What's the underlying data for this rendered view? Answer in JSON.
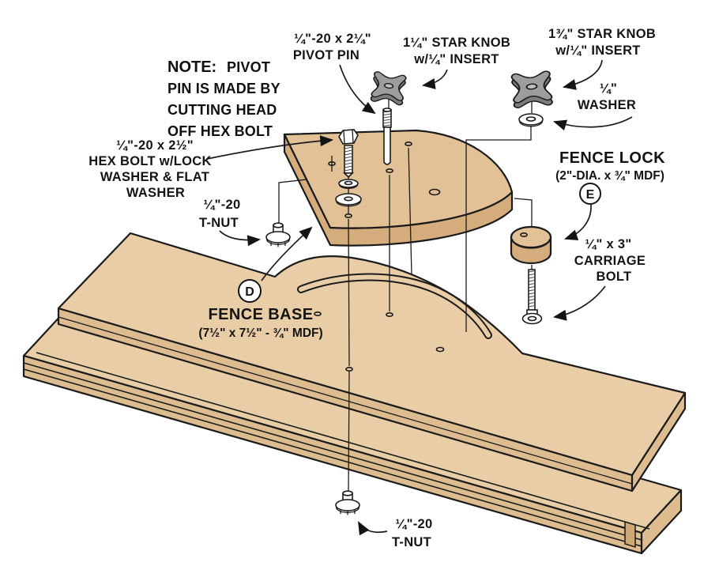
{
  "title": "Fence base exploded assembly diagram",
  "note": {
    "heading": "NOTE:",
    "heading_rest": "PIVOT",
    "lines": [
      "PIN IS MADE BY",
      "CUTTING HEAD",
      "OFF HEX BOLT"
    ]
  },
  "labels": {
    "pivot_pin": {
      "line1": "¼\"-20 x 2¼\"",
      "line2": "PIVOT PIN"
    },
    "star_knob_small": {
      "line1": "1¼\" STAR KNOB",
      "line2": "w/¼\" INSERT"
    },
    "star_knob_large": {
      "line1": "1¾\" STAR KNOB",
      "line2": "w/¼\" INSERT"
    },
    "washer": {
      "line1": "¼\"",
      "line2": "WASHER"
    },
    "hex_bolt": {
      "line1": "¼\"-20 x 2½\"",
      "line2": "HEX BOLT w/LOCK",
      "line3": "WASHER & FLAT",
      "line4": "WASHER"
    },
    "tnut_left": {
      "line1": "¼\"-20",
      "line2": "T-NUT"
    },
    "fence_lock": {
      "title": "FENCE LOCK",
      "size": "(2\"-DIA. x ¾\" MDF)",
      "letter": "E"
    },
    "carriage_bolt": {
      "line1": "¼\" x 3\"",
      "line2": "CARRIAGE",
      "line3": "BOLT"
    },
    "fence_base": {
      "title": "FENCE BASE",
      "size": "(7½\" x 7½\" - ¾\" MDF)",
      "letter": "D"
    },
    "tnut_bottom": {
      "line1": "¼\"-20",
      "line2": "T-NUT"
    }
  },
  "colors": {
    "wood_top": "#e8cda6",
    "wood_side": "#ddbd90",
    "plate_top": "#e3c197",
    "plate_side": "#d5ad7c",
    "outline": "#1b1b1b",
    "knob_gray": "#9d9d9d",
    "knob_dark": "#7c7c7c",
    "metal": "#ffffff"
  }
}
